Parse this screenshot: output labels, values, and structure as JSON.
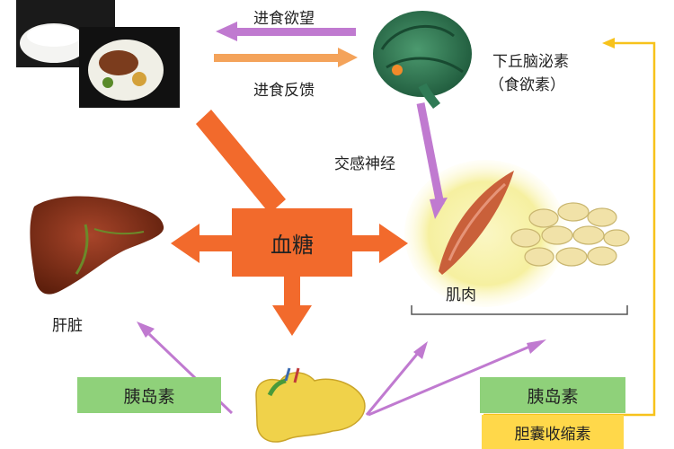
{
  "labels": {
    "appetite": "进食欲望",
    "feedback": "进食反馈",
    "hormone_line1": "下丘脑泌素",
    "hormone_line2": "（食欲素）",
    "sympathetic": "交感神经",
    "blood_sugar": "血糖",
    "liver": "肝脏",
    "muscle": "肌肉",
    "insulin_left": "胰岛素",
    "insulin_right": "胰岛素",
    "cck": "胆囊收缩素"
  },
  "colors": {
    "orange": "#f26a2c",
    "purple": "#c07ad0",
    "green_box": "#8fd17a",
    "yellow_box": "#ffd84a",
    "yellow_line": "#f7c21b",
    "brain": "#2f7a55",
    "liver": "#7a2b12",
    "muscle": "#c9603a",
    "fat": "#f1e2a8",
    "glow": "#f7f3a0"
  },
  "icons": {
    "food": "rice-bowl-and-steak-plate",
    "brain": "brain-icon",
    "liver": "liver-icon",
    "muscle": "muscle-icon",
    "fat": "fat-cells-icon",
    "pancreas": "pancreas-icon"
  }
}
